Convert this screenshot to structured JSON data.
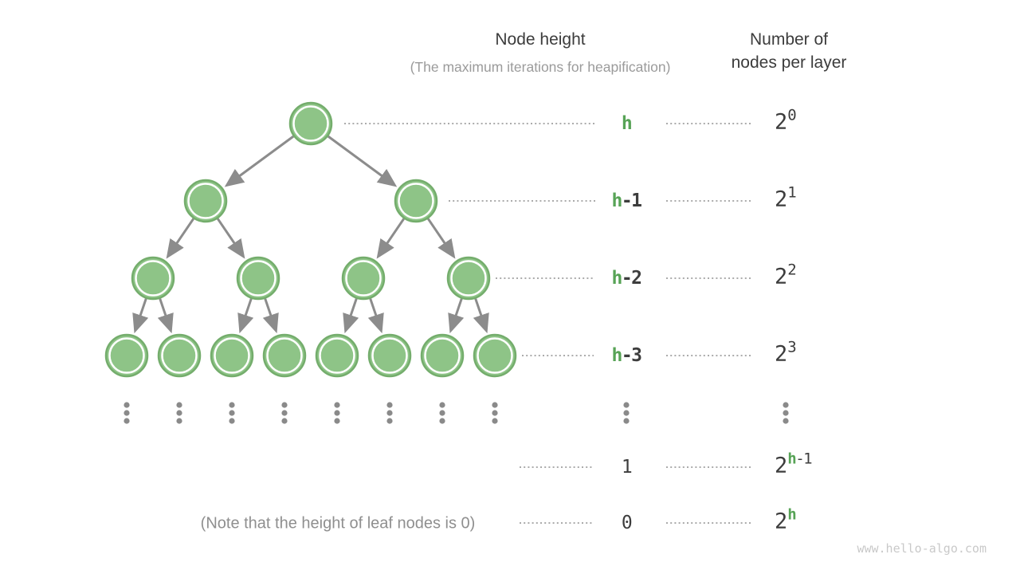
{
  "headers": {
    "node_height_title": "Node height",
    "node_height_subtitle": "(The maximum iterations for heapification)",
    "nodes_per_layer_line1": "Number of",
    "nodes_per_layer_line2": "nodes per layer"
  },
  "note": "(Note that the height of leaf nodes is 0)",
  "watermark": "www.hello-algo.com",
  "colors": {
    "node_fill": "#8ec487",
    "node_border": "#74ad6c",
    "node_inner_ring": "#ffffff",
    "arrow": "#8c8c8c",
    "dotted_line": "#ababab",
    "ellipsis_dot": "#8a8a8a",
    "green_text": "#57a356",
    "dark_text": "#3d3d3d"
  },
  "tree": {
    "type": "perfect-binary-tree",
    "levels_shown": [
      1,
      2,
      4,
      8
    ],
    "continues_below": true
  },
  "rows": [
    {
      "height_parts": [
        {
          "text": "h",
          "green": true
        }
      ],
      "count_base": "2",
      "sup_parts": [
        {
          "text": "0",
          "green": false
        }
      ]
    },
    {
      "height_parts": [
        {
          "text": "h",
          "green": true
        },
        {
          "text": "-1",
          "green": false
        }
      ],
      "count_base": "2",
      "sup_parts": [
        {
          "text": "1",
          "green": false
        }
      ]
    },
    {
      "height_parts": [
        {
          "text": "h",
          "green": true
        },
        {
          "text": "-2",
          "green": false
        }
      ],
      "count_base": "2",
      "sup_parts": [
        {
          "text": "2",
          "green": false
        }
      ]
    },
    {
      "height_parts": [
        {
          "text": "h",
          "green": true
        },
        {
          "text": "-3",
          "green": false
        }
      ],
      "count_base": "2",
      "sup_parts": [
        {
          "text": "3",
          "green": false
        }
      ]
    },
    {
      "ellipsis": true
    },
    {
      "height_parts": [
        {
          "text": "1",
          "green": false
        }
      ],
      "count_base": "2",
      "sup_parts": [
        {
          "text": "h",
          "green": true
        },
        {
          "text": "-1",
          "green": false
        }
      ]
    },
    {
      "height_parts": [
        {
          "text": "0",
          "green": false
        }
      ],
      "count_base": "2",
      "sup_parts": [
        {
          "text": "h",
          "green": true
        }
      ]
    }
  ]
}
